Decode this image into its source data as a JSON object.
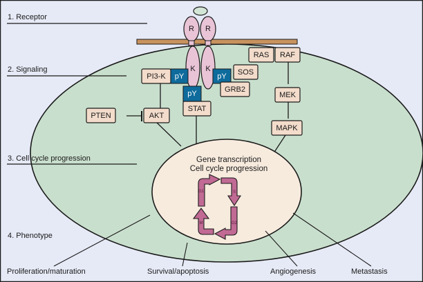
{
  "colors": {
    "background": "#e6eaf6",
    "cell": "#c9dfcd",
    "nucleus": "#f7ebde",
    "membrane": "#c8935f",
    "receptor": "#e9c3d6",
    "protein_box": "#f3dccb",
    "phospho": "#0e6b9c",
    "cycle_arrow": "#c06a94",
    "ligand": "#d3e6d6",
    "stroke": "#1a1a1a"
  },
  "stages": [
    {
      "label": "1. Receptor"
    },
    {
      "label": "2. Signaling"
    },
    {
      "label": "3. Cell cycle progression"
    },
    {
      "label": "4. Phenotype"
    }
  ],
  "receptor": {
    "extracellular_label": "R",
    "kinase_label": "K",
    "phospho_label": "pY"
  },
  "proteins": {
    "pi3k": "PI3-K",
    "akt": "AKT",
    "pten": "PTEN",
    "stat": "STAT",
    "sos": "SOS",
    "grb2": "GRB2",
    "ras": "RAS",
    "raf": "RAF",
    "mek": "MEK",
    "mapk": "MAPK"
  },
  "nucleus": {
    "line1": "Gene transcription",
    "line2": "Cell cycle progression",
    "phases": {
      "g1": "G1",
      "s": "S",
      "g2": "G2",
      "m": "M"
    }
  },
  "phenotypes": [
    {
      "label": "Proliferation/maturation"
    },
    {
      "label": "Survival/apoptosis"
    },
    {
      "label": "Angiogenesis"
    },
    {
      "label": "Metastasis"
    }
  ]
}
